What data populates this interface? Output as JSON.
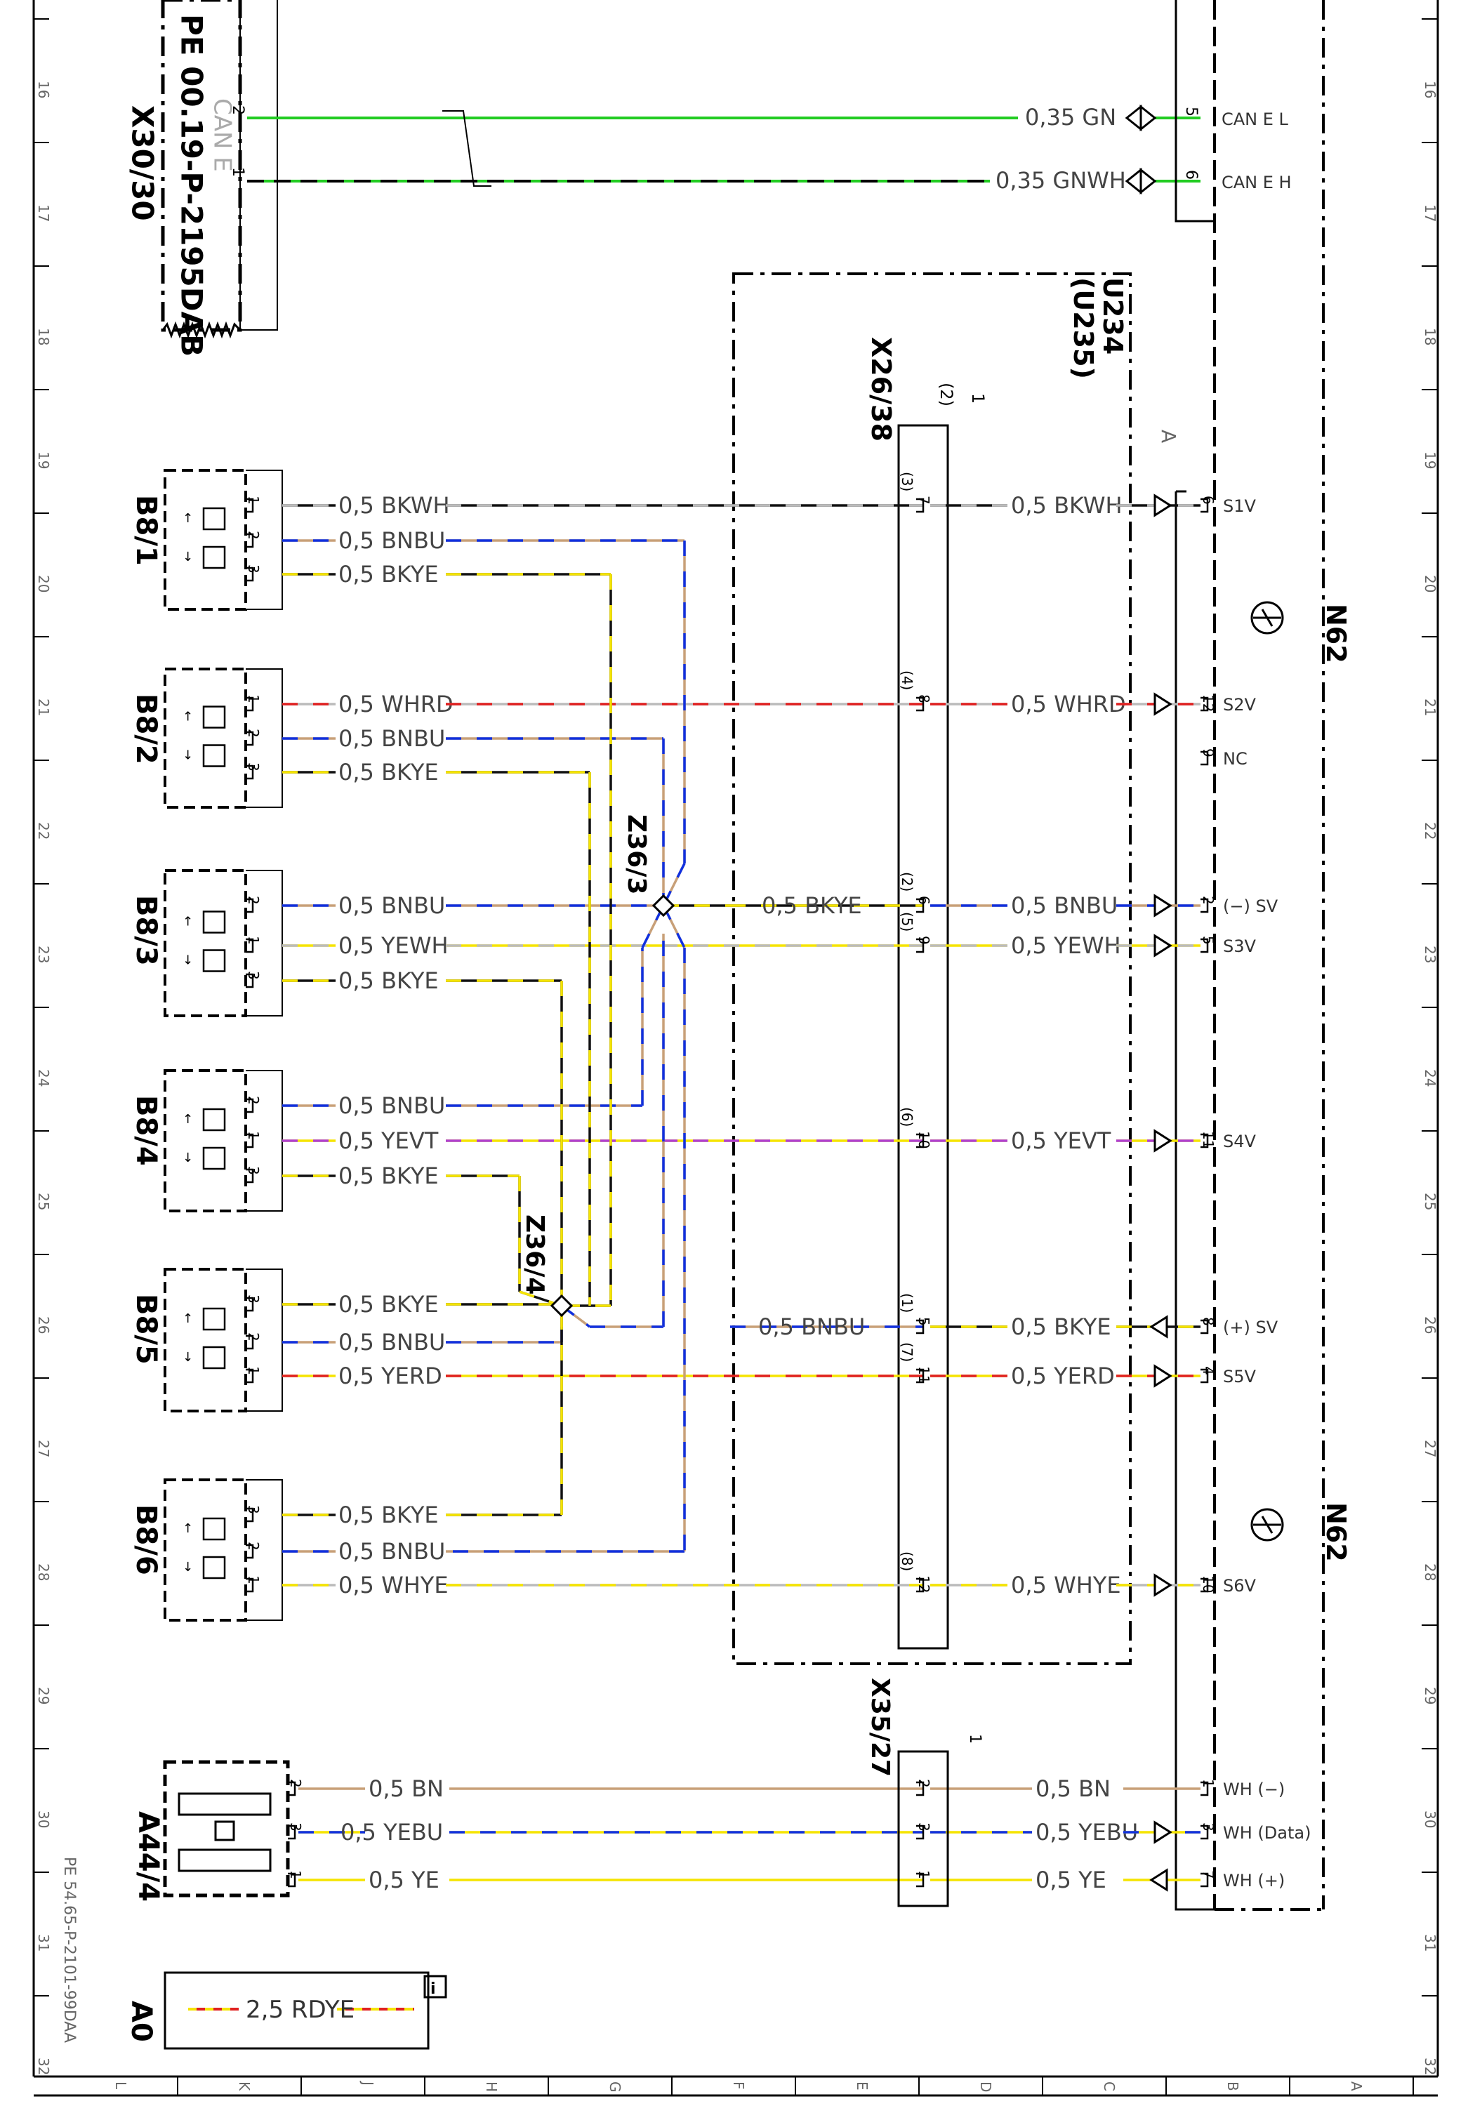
{
  "grid": {
    "row_numbers": [
      "16",
      "17",
      "18",
      "19",
      "20",
      "21",
      "22",
      "23",
      "24",
      "25",
      "26",
      "27",
      "28",
      "29",
      "30",
      "31",
      "32"
    ],
    "col_letters": [
      "L",
      "K",
      "J",
      "H",
      "G",
      "F",
      "E",
      "D",
      "C",
      "B",
      "A"
    ]
  },
  "header_block": {
    "doc_code": "PE 00.19-P-2195DAB",
    "connector_id": "X30/30",
    "can_label": "CAN E",
    "pins": [
      "2",
      "1"
    ]
  },
  "can_lines": [
    {
      "pin_left": "2",
      "wire": "0,35 GN",
      "pin_right": "5",
      "signal": "CAN E L",
      "color": "#22cc22"
    },
    {
      "pin_left": "1",
      "wire": "0,35 GNWH",
      "pin_right": "6",
      "signal": "CAN E H",
      "color": "#22cc22"
    }
  ],
  "module_u234": {
    "label": "U234",
    "label_alt": "(U235)",
    "connector": "X26/38",
    "pin_header": "1",
    "pin_header_alt": "(2)"
  },
  "control_unit": {
    "label": "N62",
    "section_a": "A",
    "pins": [
      {
        "pin": "6",
        "signal": "S1V"
      },
      {
        "pin": "12",
        "signal": "S2V"
      },
      {
        "pin": "9",
        "signal": "NC"
      },
      {
        "pin": "2",
        "signal": "(−) SV"
      },
      {
        "pin": "5",
        "signal": "S3V"
      },
      {
        "pin": "11",
        "signal": "S4V"
      },
      {
        "pin": "8",
        "signal": "(+) SV"
      },
      {
        "pin": "4",
        "signal": "S5V"
      },
      {
        "pin": "10",
        "signal": "S6V"
      },
      {
        "pin": "1",
        "signal": "WH (−)"
      },
      {
        "pin": "3",
        "signal": "WH (Data)"
      },
      {
        "pin": "7",
        "signal": "WH (+)"
      }
    ]
  },
  "sensors": [
    {
      "id": "B8/1",
      "wires": [
        {
          "pin": "1",
          "wire": "0,5 BKWH"
        },
        {
          "pin": "2",
          "wire": "0,5 BNBU"
        },
        {
          "pin": "3",
          "wire": "0,5 BKYE"
        }
      ]
    },
    {
      "id": "B8/2",
      "wires": [
        {
          "pin": "1",
          "wire": "0,5 WHRD"
        },
        {
          "pin": "2",
          "wire": "0,5 BNBU"
        },
        {
          "pin": "3",
          "wire": "0,5 BKYE"
        }
      ]
    },
    {
      "id": "B8/3",
      "wires": [
        {
          "pin": "2",
          "wire": "0,5 BNBU"
        },
        {
          "pin": "1",
          "wire": "0,5 YEWH"
        },
        {
          "pin": "3",
          "wire": "0,5 BKYE"
        }
      ]
    },
    {
      "id": "B8/4",
      "wires": [
        {
          "pin": "2",
          "wire": "0,5 BNBU"
        },
        {
          "pin": "1",
          "wire": "0,5 YEVT"
        },
        {
          "pin": "3",
          "wire": "0,5 BKYE"
        }
      ]
    },
    {
      "id": "B8/5",
      "wires": [
        {
          "pin": "3",
          "wire": "0,5 BKYE"
        },
        {
          "pin": "2",
          "wire": "0,5 BNBU"
        },
        {
          "pin": "1",
          "wire": "0,5 YERD"
        }
      ]
    },
    {
      "id": "B8/6",
      "wires": [
        {
          "pin": "3",
          "wire": "0,5 BKYE"
        },
        {
          "pin": "2",
          "wire": "0,5 BNBU"
        },
        {
          "pin": "1",
          "wire": "0,5 WHYE"
        }
      ]
    }
  ],
  "splices": [
    "Z36/3",
    "Z36/4"
  ],
  "right_wires": [
    {
      "x26": "7",
      "x26_alt": "(3)",
      "wire": "0,5 BKWH"
    },
    {
      "x26": "8",
      "x26_alt": "(4)",
      "wire": "0,5 WHRD"
    },
    {
      "x26": "6",
      "x26_alt": "(2)",
      "wire_left": "0,5 BKYE",
      "wire": "0,5 BNBU"
    },
    {
      "x26": "9",
      "x26_alt": "(5)",
      "wire": "0,5 YEWH"
    },
    {
      "x26": "10",
      "x26_alt": "(6)",
      "wire": "0,5 YEVT"
    },
    {
      "x26": "5",
      "x26_alt": "(1)",
      "wire_left": "0,5 BNBU",
      "wire": "0,5 BKYE"
    },
    {
      "x26": "11",
      "x26_alt": "(7)",
      "wire": "0,5 YERD"
    },
    {
      "x26": "12",
      "x26_alt": "(8)",
      "wire": "0,5 WHYE"
    }
  ],
  "a44": {
    "id": "A44/4",
    "connector": "X35/27",
    "connector_pin": "1",
    "wires": [
      {
        "pin": "2",
        "wire_left": "0,5 BN",
        "x35": "2",
        "wire": "0,5 BN"
      },
      {
        "pin": "3",
        "wire_left": "0,5 YEBU",
        "x35": "3",
        "wire": "0,5 YEBU"
      },
      {
        "pin": "1",
        "wire_left": "0,5 YE",
        "x35": "1",
        "wire": "0,5 YE"
      }
    ]
  },
  "legend": {
    "id": "A0",
    "wire": "2,5 RDYE"
  },
  "footer_code": "PE 54.65-P-2101-99DAA"
}
